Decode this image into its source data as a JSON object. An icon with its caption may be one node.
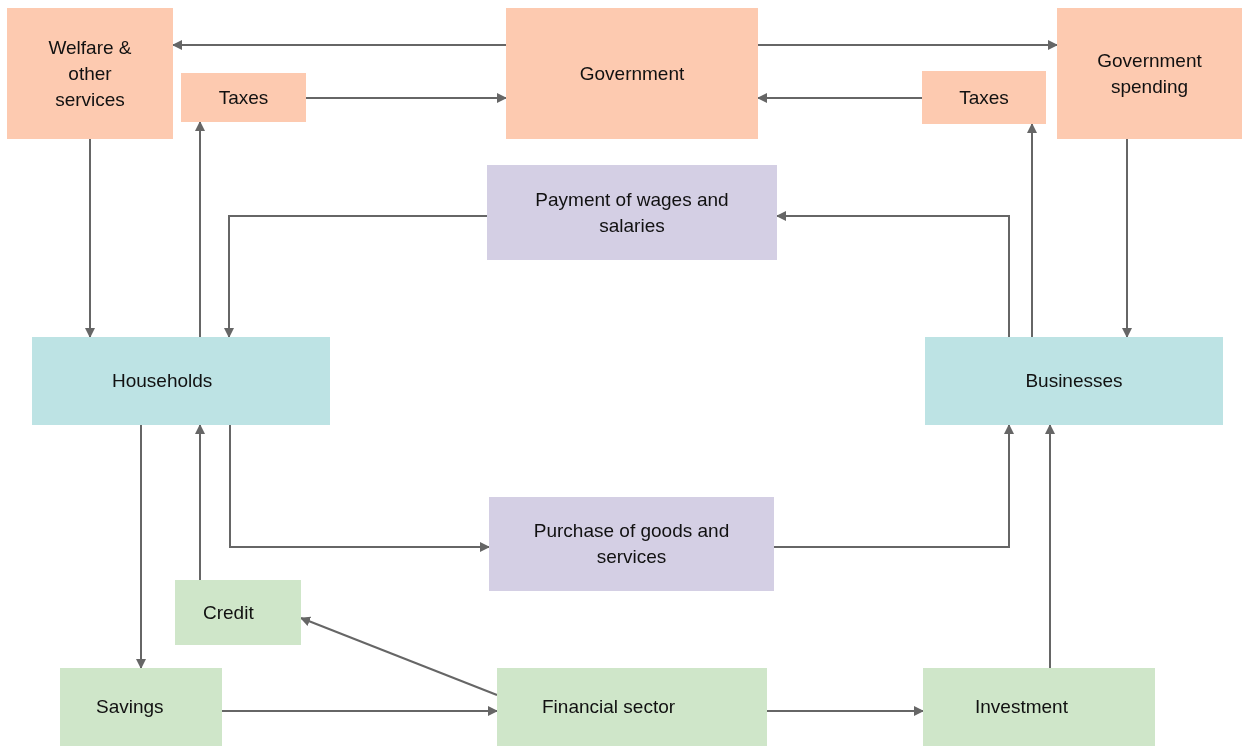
{
  "diagram": {
    "nodes": [
      {
        "text": [
          "Welfare & other services"
        ]
      },
      {
        "text": [
          "Taxes"
        ]
      },
      {
        "text": [
          "Government"
        ]
      },
      {
        "text": [
          "Taxes"
        ]
      },
      {
        "text": [
          "Government spending"
        ]
      },
      {
        "text": [
          "Payment of wages and salaries"
        ]
      },
      {
        "text": [
          "Households"
        ]
      },
      {
        "text": [
          "Businesses"
        ]
      },
      {
        "text": [
          "Purchase of goods and services"
        ]
      },
      {
        "text": [
          "Credit"
        ]
      },
      {
        "text": [
          "Savings"
        ]
      },
      {
        "text": [
          "Financial sector"
        ]
      },
      {
        "text": [
          "Investment"
        ]
      }
    ],
    "edges": [
      {
        "from": 2,
        "to": 0,
        "arrow": "to"
      },
      {
        "from": 2,
        "to": 4,
        "arrow": "to"
      },
      {
        "from": 1,
        "to": 2,
        "arrow": "to"
      },
      {
        "from": 3,
        "to": 2,
        "arrow": "to"
      },
      {
        "from": 0,
        "to": 6,
        "arrow": "to"
      },
      {
        "from": 6,
        "to": 1,
        "arrow": "to"
      },
      {
        "from": 4,
        "to": 7,
        "arrow": "to"
      },
      {
        "from": 7,
        "to": 3,
        "arrow": "to"
      },
      {
        "from": 7,
        "to": 5,
        "arrow": "to"
      },
      {
        "from": 5,
        "to": 6,
        "arrow": "to"
      },
      {
        "from": 6,
        "to": 8,
        "arrow": "to"
      },
      {
        "from": 8,
        "to": 7,
        "arrow": "to"
      },
      {
        "from": 6,
        "to": 10,
        "arrow": "to"
      },
      {
        "from": 9,
        "to": 6,
        "arrow": "to"
      },
      {
        "from": 11,
        "to": 9,
        "arrow": "to"
      },
      {
        "from": 10,
        "to": 11,
        "arrow": "to"
      },
      {
        "from": 11,
        "to": 12,
        "arrow": "to"
      },
      {
        "from": 12,
        "to": 7,
        "arrow": "to"
      }
    ]
  }
}
